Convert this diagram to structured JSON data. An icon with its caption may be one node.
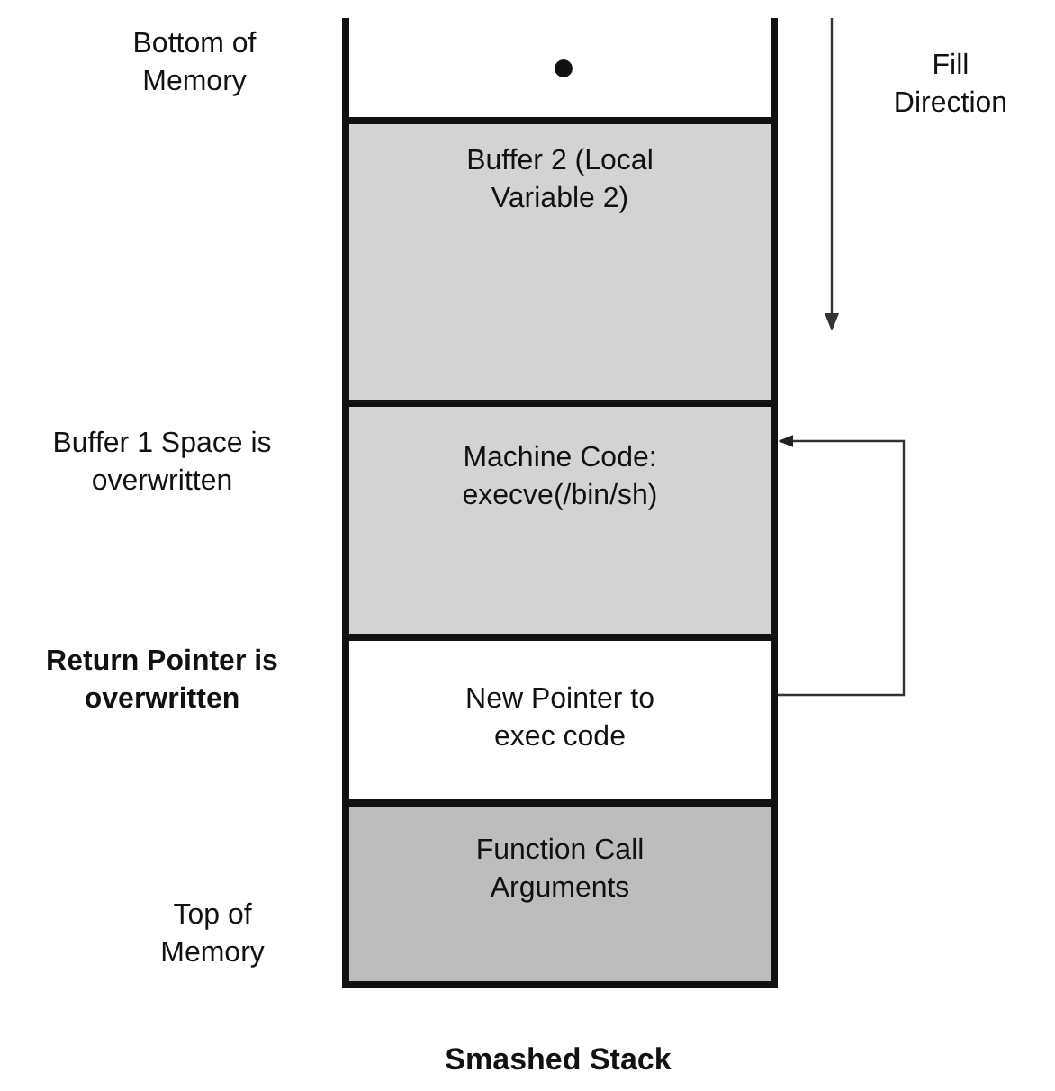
{
  "diagram": {
    "caption": "Smashed Stack",
    "nodes": [
      {
        "text": [],
        "shape": "box"
      },
      {
        "text": [
          "Buffer 2 (Local Variable 2)"
        ]
      },
      {
        "text": [
          "Machine Code: execve(/bin/sh)"
        ]
      },
      {
        "text": [
          "New Pointer to exec code"
        ]
      },
      {
        "text": [
          "Function Call Arguments"
        ]
      }
    ],
    "edges": [
      {
        "from": 3,
        "to": 2,
        "arrow": "to"
      }
    ],
    "labels": [
      "Bottom of Memory",
      "Fill Direction",
      "Buffer 1 Space is overwritten",
      "Return Pointer is overwritten",
      "Top of Memory"
    ]
  }
}
